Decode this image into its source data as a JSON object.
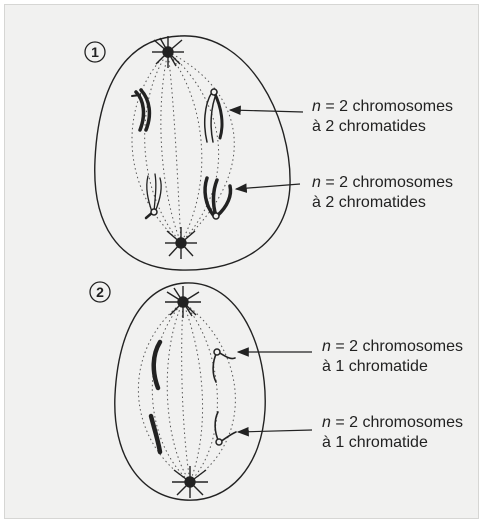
{
  "figure": {
    "panel_1": {
      "number": "1",
      "label_top": {
        "var": "n",
        "line1_rest": " = 2 chromosomes",
        "line2": "à 2 chromatides"
      },
      "label_bottom": {
        "var": "n",
        "line1_rest": " = 2 chromosomes",
        "line2": "à 2 chromatides"
      }
    },
    "panel_2": {
      "number": "2",
      "label_top": {
        "var": "n",
        "line1_rest": " = 2 chromosomes",
        "line2": "à 1 chromatide"
      },
      "label_bottom": {
        "var": "n",
        "line1_rest": " = 2 chromosomes",
        "line2": "à 1 chromatide"
      }
    }
  },
  "colors": {
    "background": "#f1f1f0",
    "ink": "#222222",
    "spindle": "#555555"
  }
}
